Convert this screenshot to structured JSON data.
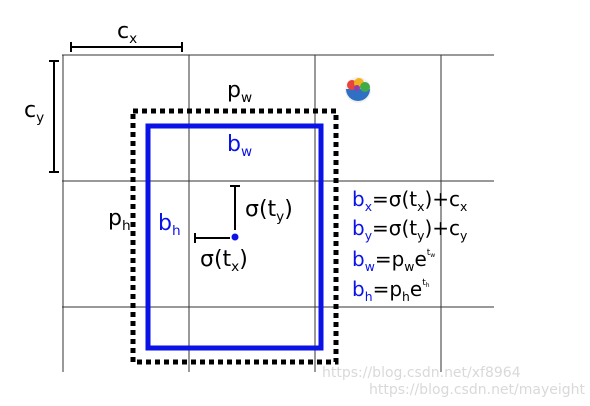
{
  "labels": {
    "cx": {
      "main": "c",
      "sub": "x"
    },
    "cy": {
      "main": "c",
      "sub": "y"
    },
    "pw": {
      "main": "p",
      "sub": "w"
    },
    "ph": {
      "main": "p",
      "sub": "h"
    },
    "bw": {
      "main": "b",
      "sub": "w"
    },
    "bh": {
      "main": "b",
      "sub": "h"
    },
    "sigma_tx": {
      "pre": "σ(t",
      "sub": "x",
      "post": ")"
    },
    "sigma_ty": {
      "pre": "σ(t",
      "sub": "y",
      "post": ")"
    }
  },
  "equations": [
    {
      "lhs": "b",
      "lhs_sub": "x",
      "rhs": "=σ(t",
      "rhs_sub": "x",
      "rhs_post": ")+c",
      "tail_sub": "x"
    },
    {
      "lhs": "b",
      "lhs_sub": "y",
      "rhs": "=σ(t",
      "rhs_sub": "y",
      "rhs_post": ")+c",
      "tail_sub": "y"
    },
    {
      "lhs": "b",
      "lhs_sub": "w",
      "rhs": "=p",
      "rhs_sub": "w",
      "rhs_post": "e",
      "tail_sup": "t",
      "tail_sup_sub": "w"
    },
    {
      "lhs": "b",
      "lhs_sub": "h",
      "rhs": "=p",
      "rhs_sub": "h",
      "rhs_post": "e",
      "tail_sup": "t",
      "tail_sup_sub": "h"
    }
  ],
  "watermarks": [
    "https://blog.csdn.net/xf8964",
    "https://blog.csdn.net/mayeight"
  ],
  "colors": {
    "grid": "#333333",
    "anchor_box": "#000000",
    "predicted_box": "#0a12e6",
    "blue_text": "#0a12e6",
    "text": "#000000",
    "watermark": "#d9d9d9"
  },
  "icons": {
    "logo": "food-bowl-icon"
  }
}
